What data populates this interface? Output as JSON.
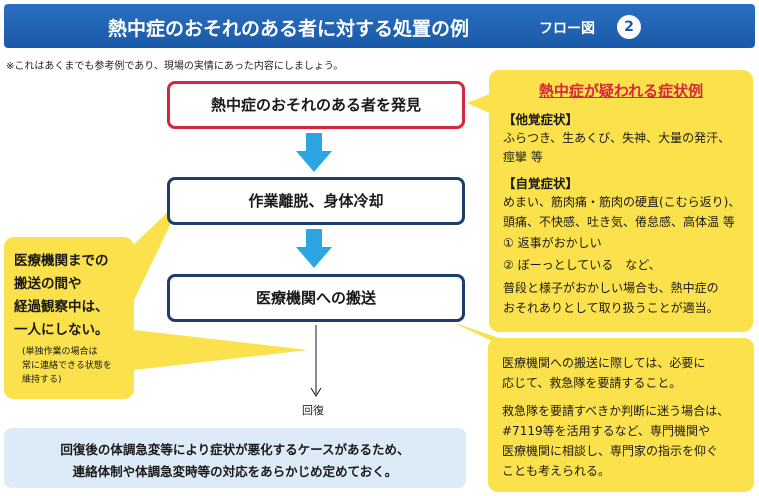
{
  "header": {
    "title": "熱中症のおそれのある者に対する処置の例",
    "subtitle": "フロー図",
    "number": "2"
  },
  "note": "※これはあくまでも参考例であり、現場の実情にあった内容にしましょう。",
  "flow": {
    "step1": "熱中症のおそれのある者を発見",
    "step2": "作業離脱、身体冷却",
    "step3": "医療機関への搬送",
    "recover": "回復"
  },
  "symptoms": {
    "title": "熱中症が疑われる症状例",
    "objective_heading": "【他覚症状】",
    "objective_1": "ふらつき、生あくび、失神、大量の発汗、",
    "objective_2": "痙攣 等",
    "subjective_heading": "【自覚症状】",
    "subjective_1": "めまい、筋肉痛・筋肉の硬直(こむら返り)、",
    "subjective_2": "頭痛、不快感、吐き気、倦怠感、高体温 等",
    "item_1": "① 返事がおかしい",
    "item_2": "② ぼーっとしている　など、",
    "note_1": "普段と様子がおかしい場合も、熱中症の",
    "note_2": "おそれありとして取り扱うことが適当。"
  },
  "left_callout": {
    "line1": "医療機関までの",
    "line2": "搬送の間や",
    "line3": "経過観察中は、",
    "line4": "一人にしない。",
    "small1": "(単独作業の場合は",
    "small2": "常に連絡できる状態を",
    "small3": "維持する)"
  },
  "bottom_callout": {
    "line1": "医療機関への搬送に際しては、必要に",
    "line2": "応じて、救急隊を要請すること。",
    "line3": "救急隊を要請すべきか判断に迷う場合は、",
    "line4": "#7119等を活用するなど、専門機関や",
    "line5": "医療機関に相談し、専門家の指示を仰ぐ",
    "line6": "ことも考えられる。"
  },
  "footer": {
    "line1": "回復後の体調急変等により症状が悪化するケースがあるため、",
    "line2": "連絡体制や体調急変時等の対応をあらかじめ定めておく。"
  },
  "colors": {
    "header_blue": "#1a5aa8",
    "alert_red": "#d7263d",
    "box_navy": "#1e3d6f",
    "callout_yellow": "#fbe14b",
    "arrow_cyan": "#2ba6e0",
    "footer_blue": "#dcebf7"
  }
}
